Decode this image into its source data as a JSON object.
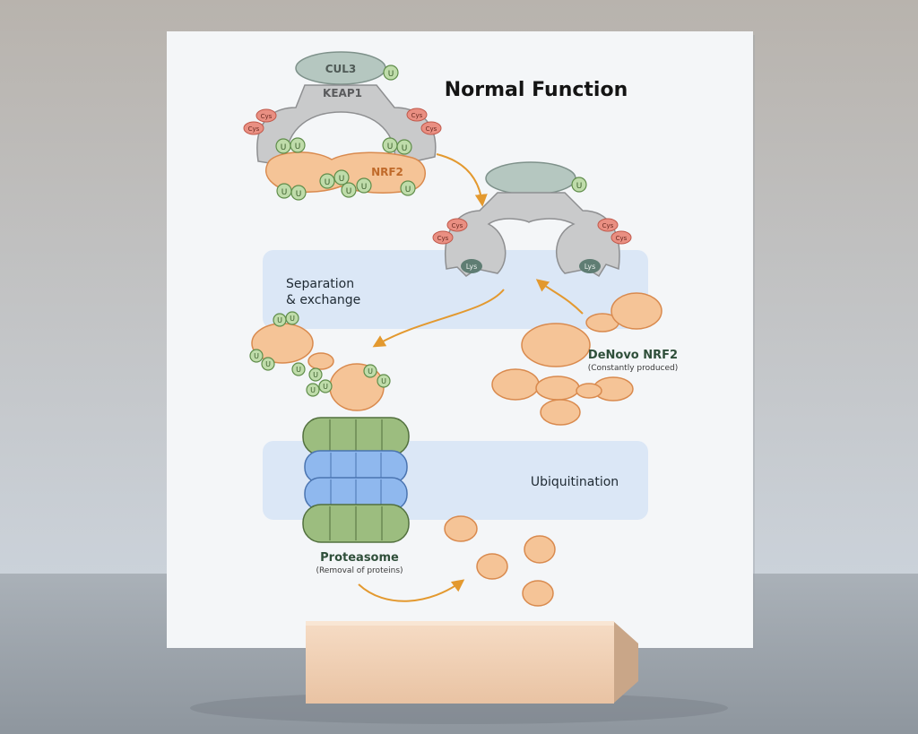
{
  "title": "Normal Function",
  "labels": {
    "cul3": "CUL3",
    "keap1": "KEAP1",
    "nrf2": "NRF2",
    "cys": "Cys",
    "ub": "U",
    "lys": "Lys",
    "separation_line1": "Separation",
    "separation_line2": "& exchange",
    "denovo_title": "DeNovo NRF2",
    "denovo_sub": "(Constantly produced)",
    "ubiquitination": "Ubiquitination",
    "proteasome_title": "Proteasome",
    "proteasome_sub": "(Removal of proteins)"
  },
  "colors": {
    "wall_top": "#b8b3ad",
    "wall_bottom": "#c9cfd6",
    "floor": "#9ea6ae",
    "board": "#f4f6f8",
    "band": "#dbe7f6",
    "keap1": "#c9cacb",
    "cul3": "#b5c7c0",
    "nrf2": "#f5c497",
    "nrf2_stroke": "#d98a4e",
    "ub_fill": "#bfdcaa",
    "ub_stroke": "#5f8d4a",
    "cys_fill": "#e98f82",
    "cys_stroke": "#c0584a",
    "lys_fill": "#5f7d73",
    "arrow": "#e3992f",
    "proteasome_green": "#9cbd7f",
    "proteasome_blue": "#8fb8ee",
    "title_text": "#141414",
    "label_green": "#2f4f3a",
    "stand": "#f2d2b6"
  }
}
